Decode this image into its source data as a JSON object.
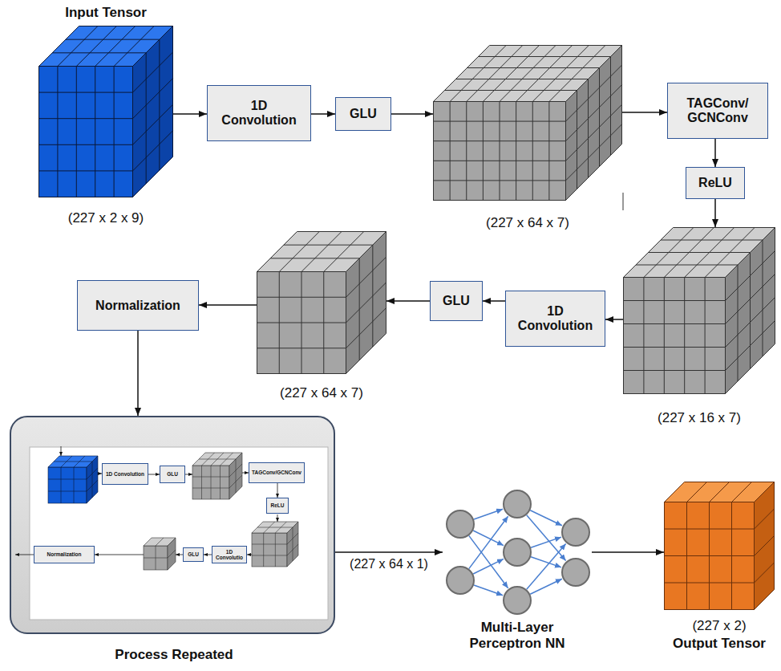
{
  "diagram": {
    "nodes": [
      {
        "text": [
          "Input Tensor",
          "(227 x 2 x 9)"
        ]
      },
      {
        "text": [
          "1D Convolution"
        ]
      },
      {
        "text": [
          "GLU"
        ]
      },
      {
        "text": [
          "(227 x 64 x 7)"
        ]
      },
      {
        "text": [
          "TAGConv/ GCNConv"
        ]
      },
      {
        "text": [
          "ReLU"
        ]
      },
      {
        "text": [
          "(227 x 16 x 7)"
        ]
      },
      {
        "text": [
          "1D Convolution"
        ]
      },
      {
        "text": [
          "GLU"
        ]
      },
      {
        "text": [
          "(227 x 64 x 7)"
        ]
      },
      {
        "text": [
          "Normalization"
        ]
      },
      {
        "text": [
          "Process Repeated"
        ]
      },
      {
        "text": [
          "1D Convolution"
        ],
        "in": 11
      },
      {
        "text": [
          "GLU"
        ],
        "in": 11
      },
      {
        "text": [
          "TAGConv/GCNConv"
        ],
        "in": 11
      },
      {
        "text": [
          "ReLU"
        ],
        "in": 11
      },
      {
        "text": [
          "1D Convolutio"
        ],
        "in": 11
      },
      {
        "text": [
          "GLU"
        ],
        "in": 11
      },
      {
        "text": [
          "Normalization"
        ],
        "in": 11
      },
      {
        "text": [
          "Multi-Layer Perceptron NN"
        ]
      },
      {
        "text": [
          "(227 x 2)",
          "Output Tensor"
        ]
      }
    ],
    "edges": [
      {
        "from": 0,
        "to": 1,
        "arrow": "to"
      },
      {
        "from": 1,
        "to": 2,
        "arrow": "to"
      },
      {
        "from": 2,
        "to": 3,
        "arrow": "to"
      },
      {
        "from": 3,
        "to": 4,
        "arrow": "to"
      },
      {
        "from": 4,
        "to": 5,
        "arrow": "to"
      },
      {
        "from": 5,
        "to": 6,
        "arrow": "to"
      },
      {
        "from": 6,
        "to": 7,
        "arrow": "to"
      },
      {
        "from": 7,
        "to": 8,
        "arrow": "to"
      },
      {
        "from": 8,
        "to": 9,
        "arrow": "to"
      },
      {
        "from": 9,
        "to": 10,
        "arrow": "to"
      },
      {
        "from": 10,
        "to": 11,
        "arrow": "to"
      },
      {
        "from": 11,
        "to": 19,
        "label": "(227 x 64 x 1)",
        "arrow": "to"
      },
      {
        "from": 19,
        "to": 20,
        "arrow": "to"
      },
      {
        "from": 12,
        "to": 13,
        "arrow": "to"
      },
      {
        "from": 14,
        "to": 15,
        "arrow": "to"
      },
      {
        "from": 16,
        "to": 17,
        "arrow": "to"
      }
    ]
  }
}
